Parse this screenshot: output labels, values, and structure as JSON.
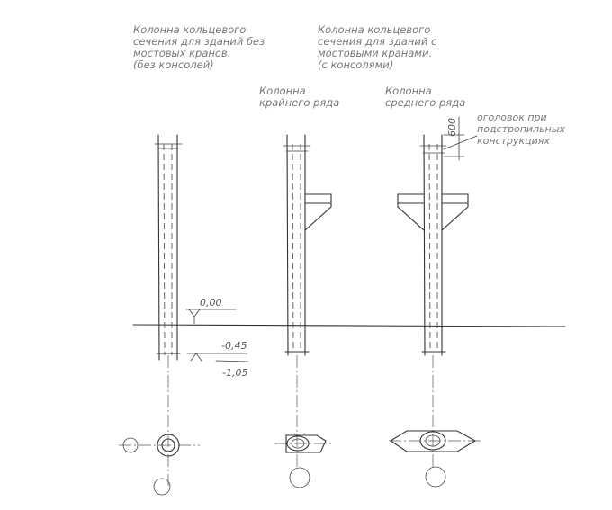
{
  "titles": {
    "no_crane": [
      "Колонна кольцевого",
      "сечения для зданий без",
      "мостовых кранов.",
      "(без консолей)"
    ],
    "with_crane": [
      "Колонна кольцевого",
      "сечения для зданий с",
      "мостовыми кранами.",
      "(с консолями)"
    ]
  },
  "labels": {
    "edge_column": [
      "Колонна",
      "крайнего ряда"
    ],
    "middle_column": [
      "Колонна",
      "среднего ряда"
    ],
    "column_head": [
      "оголовок при",
      "подстропильных",
      "конструкциях"
    ]
  },
  "levels": {
    "zero": "0,00",
    "minus_045": "-0,45",
    "minus_105": "-1,05"
  },
  "dimensions": {
    "head_height": "600"
  }
}
